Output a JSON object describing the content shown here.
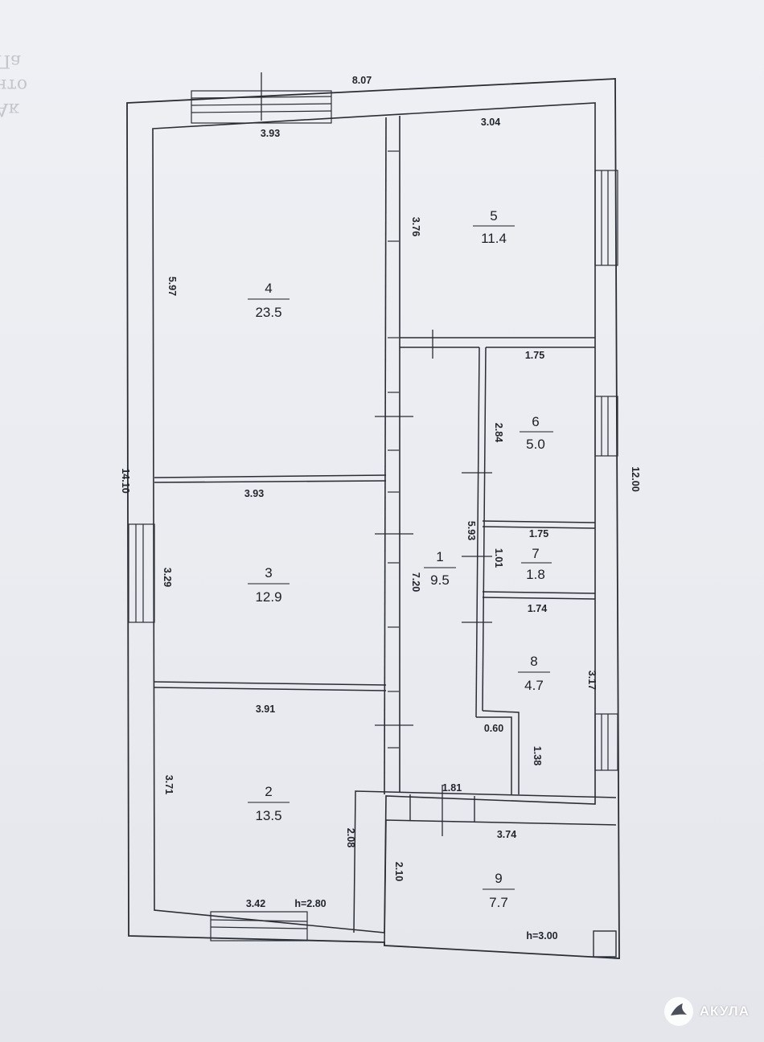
{
  "watermark": {
    "brand": "АКУЛА"
  },
  "ghost_text": [
    "Ак",
    "нто",
    "Па"
  ],
  "plan": {
    "rooms": [
      {
        "id": "4",
        "area": "23.5"
      },
      {
        "id": "5",
        "area": "11.4"
      },
      {
        "id": "6",
        "area": "5.0"
      },
      {
        "id": "3",
        "area": "12.9"
      },
      {
        "id": "1",
        "area": "9.5"
      },
      {
        "id": "7",
        "area": "1.8"
      },
      {
        "id": "8",
        "area": "4.7"
      },
      {
        "id": "2",
        "area": "13.5"
      },
      {
        "id": "9",
        "area": "7.7"
      }
    ],
    "dimensions": [
      "8.07",
      "3.93",
      "3.04",
      "5.97",
      "3.76",
      "1.75",
      "2.84",
      "14.10",
      "3.93",
      "12.00",
      "5.93",
      "1.75",
      "1.01",
      "3.29",
      "7.20",
      "1.74",
      "3.17",
      "3.91",
      "0.60",
      "1.38",
      "3.71",
      "1.81",
      "2.08",
      "3.74",
      "2.10",
      "3.42",
      "h=2.80",
      "h=3.00"
    ]
  }
}
